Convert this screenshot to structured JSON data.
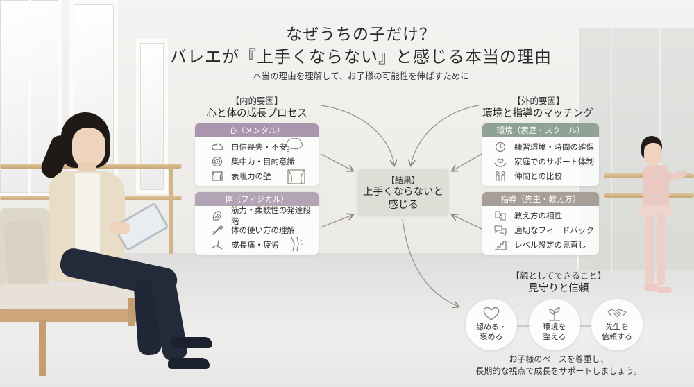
{
  "heading": {
    "line1": "なぜうちの子だけ？",
    "line2": "バレエが『上手くならない』と感じる本当の理由",
    "subtitle": "本当の理由を理解して、お子様の可能性を伸ばすために"
  },
  "internal": {
    "tag": "【内的要因】",
    "title": "心と体の成長プロセス",
    "mind": {
      "header": "心（メンタル）",
      "color": "#a995ad",
      "items": [
        {
          "label": "自信喪失・不安",
          "icon": "cloud-icon"
        },
        {
          "label": "集中力・目的意識",
          "icon": "target-icon"
        },
        {
          "label": "表現力の壁",
          "icon": "stage-icon"
        }
      ]
    },
    "body": {
      "header": "体（フィジカル）",
      "color": "#b2a4b4",
      "items": [
        {
          "label": "筋力・柔軟性の発達段階",
          "icon": "muscle-icon"
        },
        {
          "label": "体の使い方の理解",
          "icon": "bone-icon"
        },
        {
          "label": "成長痛・疲労",
          "icon": "knee-icon"
        }
      ]
    }
  },
  "external": {
    "tag": "【外的要因】",
    "title": "環境と指導のマッチング",
    "environment": {
      "header": "環境（家庭・スクール）",
      "color": "#8fa293",
      "items": [
        {
          "label": "練習環境・時間の確保",
          "icon": "clock-icon"
        },
        {
          "label": "家庭でのサポート体制",
          "icon": "family-icon"
        },
        {
          "label": "仲間との比較",
          "icon": "peers-icon"
        }
      ]
    },
    "teaching": {
      "header": "指導（先生・教え方）",
      "color": "#a79f97",
      "items": [
        {
          "label": "教え方の相性",
          "icon": "puzzle-icon"
        },
        {
          "label": "適切なフィードバック",
          "icon": "chat-icon"
        },
        {
          "label": "レベル設定の見直し",
          "icon": "stairs-icon"
        }
      ]
    }
  },
  "result": {
    "tag": "【結果】",
    "line1": "上手くならないと",
    "line2": "感じる"
  },
  "parent": {
    "tag": "【親としてできること】",
    "title": "見守りと信頼",
    "circles": [
      {
        "label": "認める・\n褒める",
        "icon": "heart-icon"
      },
      {
        "label": "環境を\n整える",
        "icon": "sprout-icon"
      },
      {
        "label": "先生を\n信頼する",
        "icon": "handshake-icon"
      }
    ]
  },
  "footer": "お子様のペースを尊重し、\n長期的な視点で成長をサポートしましょう。"
}
